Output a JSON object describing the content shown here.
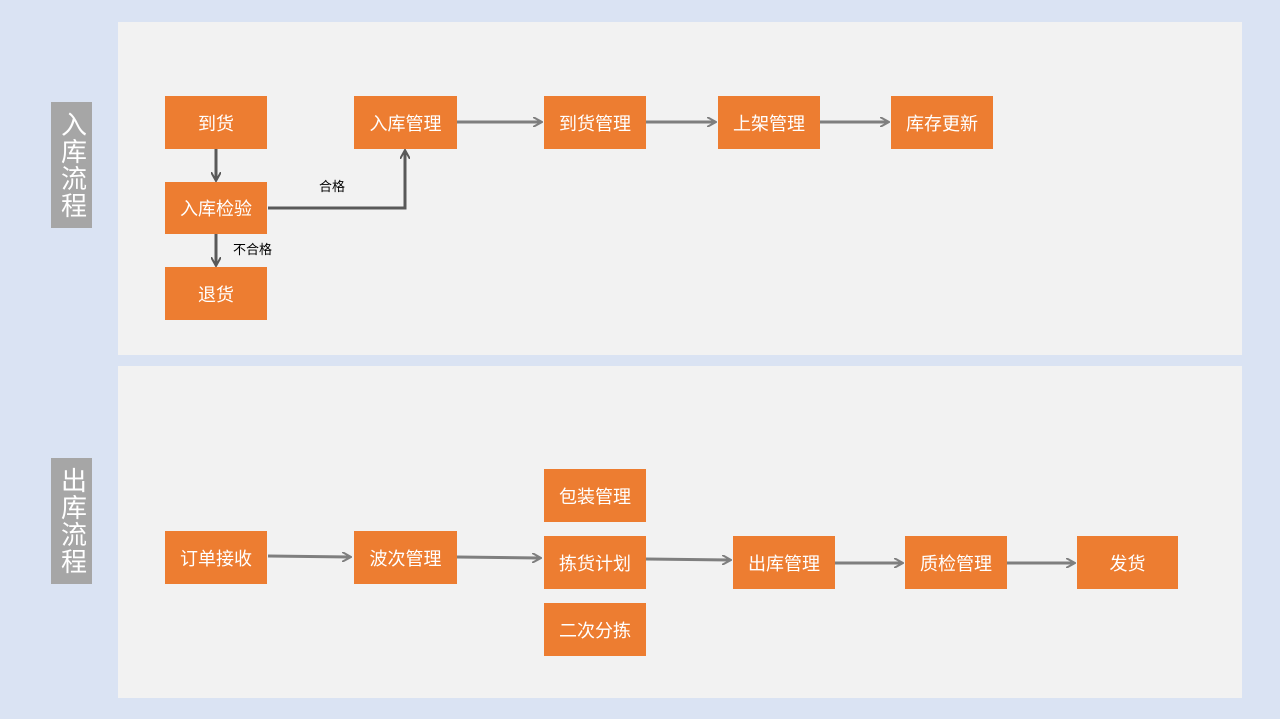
{
  "inbound": {
    "section_label": "入库流程",
    "nodes": {
      "arrival": "到货",
      "inspection": "入库检验",
      "return": "退货",
      "inbound_mgmt": "入库管理",
      "arrival_mgmt": "到货管理",
      "shelving_mgmt": "上架管理",
      "inventory_update": "库存更新"
    },
    "edge_labels": {
      "pass": "合格",
      "fail": "不合格"
    }
  },
  "outbound": {
    "section_label": "出库流程",
    "nodes": {
      "order_receipt": "订单接收",
      "wave_mgmt": "波次管理",
      "packing_mgmt": "包装管理",
      "picking_plan": "拣货计划",
      "secondary_sort": "二次分拣",
      "outbound_mgmt": "出库管理",
      "qc_mgmt": "质检管理",
      "shipping": "发货"
    }
  },
  "colors": {
    "background": "#dae3f3",
    "panel": "#f2f2f2",
    "node": "#ed7d31",
    "label_bg": "#a6a6a6",
    "arrow_inbound": "#595959",
    "arrow_outbound": "#7f7f7f"
  }
}
